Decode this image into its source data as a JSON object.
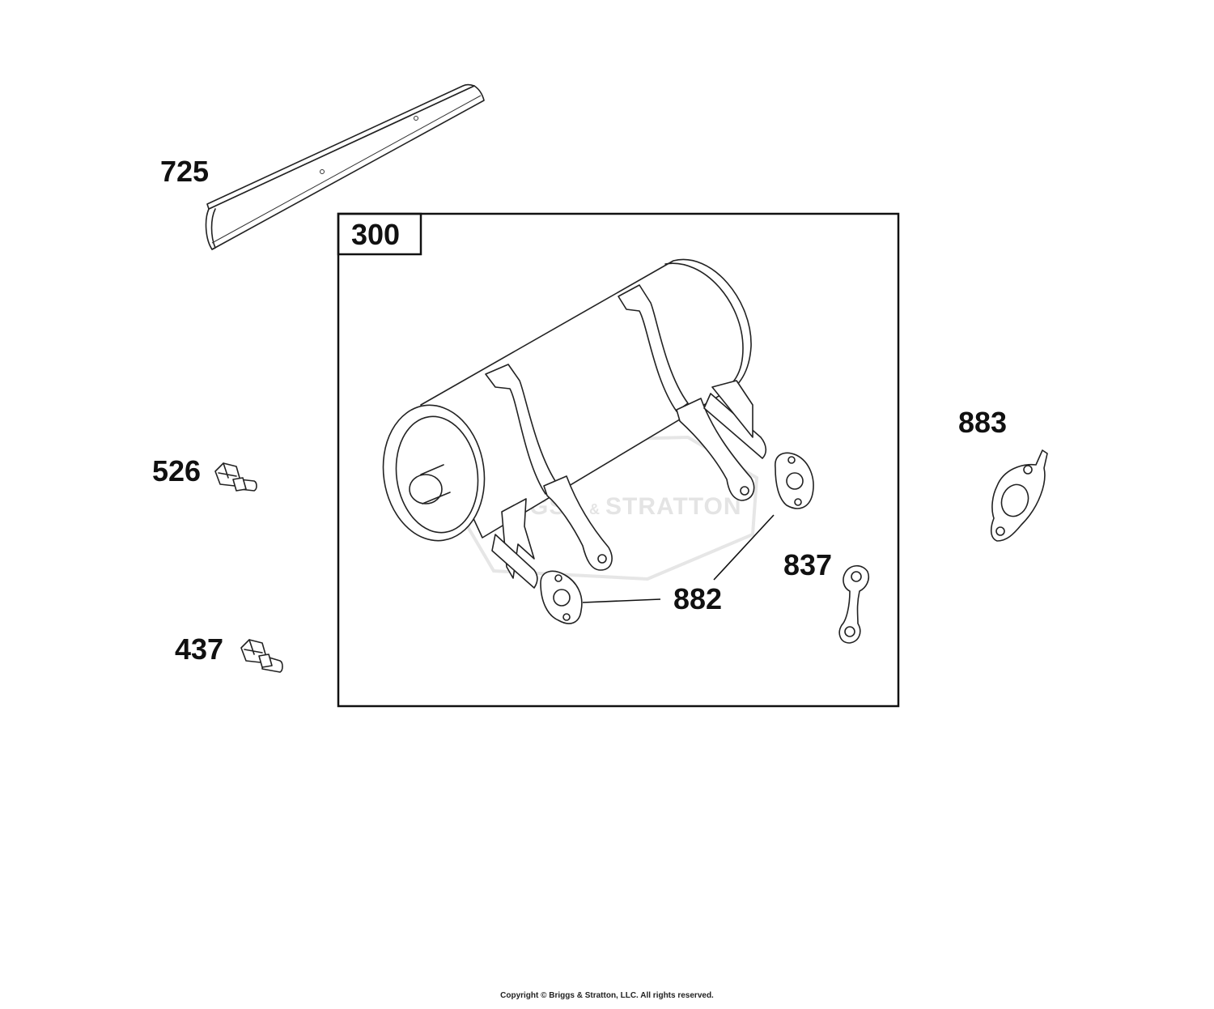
{
  "callouts": {
    "heat_shield": "725",
    "muffler_kit": "300",
    "screw_526": "526",
    "screw_437": "437",
    "gasket_882": "882",
    "lock_plate_837": "837",
    "gasket_883": "883"
  },
  "watermark": {
    "brand_left": "BRIGGS",
    "brand_amp": "&",
    "brand_right": "STRATTON"
  },
  "footer": {
    "copyright": "Copyright © Briggs & Stratton, LLC. All rights reserved."
  }
}
